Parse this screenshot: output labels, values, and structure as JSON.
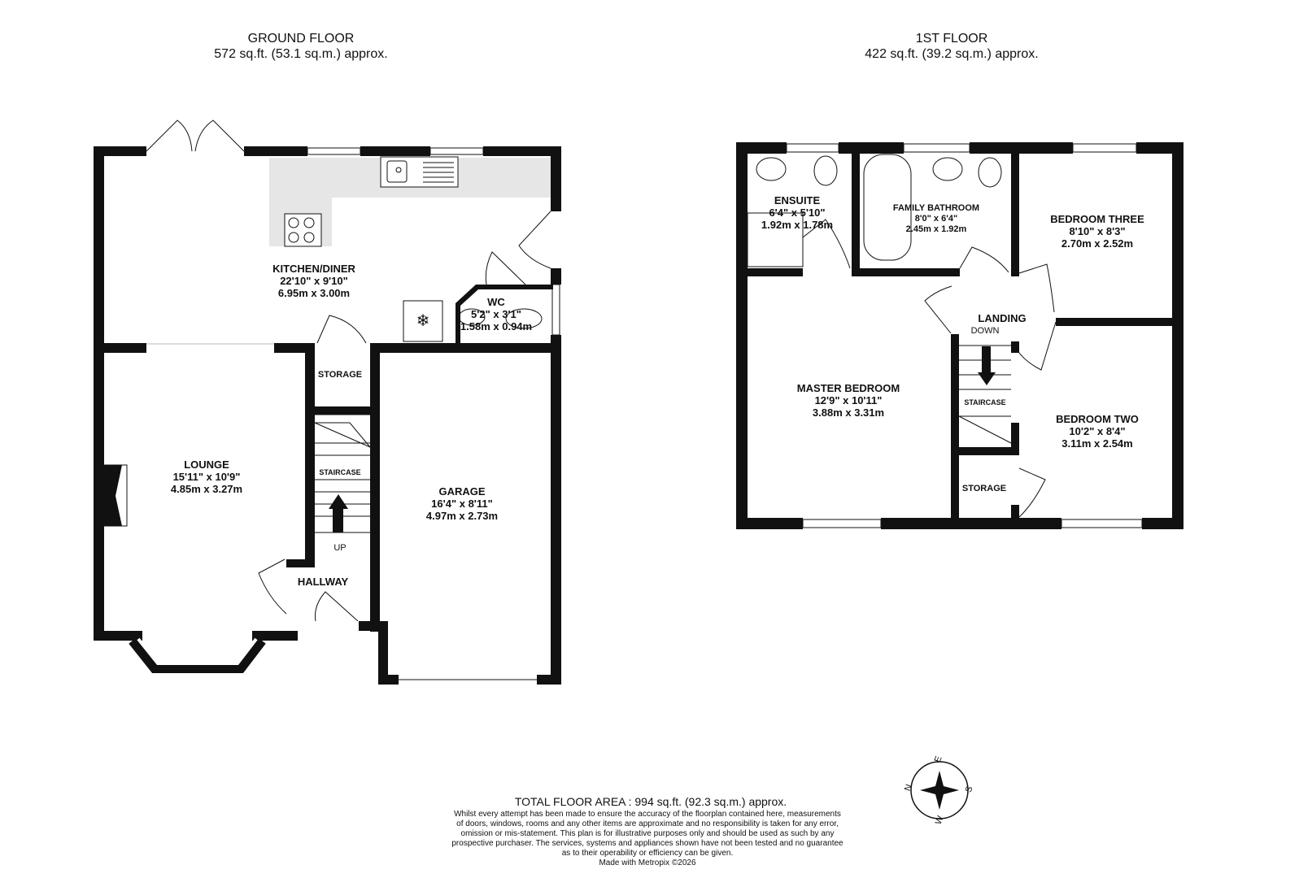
{
  "ground_floor": {
    "title": "GROUND FLOOR",
    "area": "572 sq.ft. (53.1 sq.m.) approx.",
    "rooms": {
      "kitchen": {
        "name": "KITCHEN/DINER",
        "imperial": "22'10\"  x 9'10\"",
        "metric": "6.95m  x 3.00m"
      },
      "wc": {
        "name": "WC",
        "imperial": "5'2\"  x 3'1\"",
        "metric": "1.58m  x 0.94m"
      },
      "storage": {
        "name": "STORAGE"
      },
      "lounge": {
        "name": "LOUNGE",
        "imperial": "15'11\"  x 10'9\"",
        "metric": "4.85m  x 3.27m"
      },
      "staircase": {
        "name": "STAIRCASE"
      },
      "garage": {
        "name": "GARAGE",
        "imperial": "16'4\"  x 8'11\"",
        "metric": "4.97m  x 2.73m"
      },
      "up": {
        "name": "UP"
      },
      "hallway": {
        "name": "HALLWAY"
      }
    }
  },
  "first_floor": {
    "title": "1ST FLOOR",
    "area": "422 sq.ft. (39.2 sq.m.) approx.",
    "rooms": {
      "ensuite": {
        "name": "ENSUITE",
        "imperial": "6'4\"  x 5'10\"",
        "metric": "1.92m  x 1.78m"
      },
      "bathroom": {
        "name": "FAMILY BATHROOM",
        "imperial": "8'0\"  x 6'4\"",
        "metric": "2.45m  x 1.92m"
      },
      "bed3": {
        "name": "BEDROOM THREE",
        "imperial": "8'10\"  x 8'3\"",
        "metric": "2.70m  x 2.52m"
      },
      "landing": {
        "name": "LANDING"
      },
      "down": {
        "name": "DOWN"
      },
      "master": {
        "name": "MASTER BEDROOM",
        "imperial": "12'9\"  x 10'11\"",
        "metric": "3.88m  x 3.31m"
      },
      "staircase": {
        "name": "STAIRCASE"
      },
      "bed2": {
        "name": "BEDROOM TWO",
        "imperial": "10'2\"  x 8'4\"",
        "metric": "3.11m  x 2.54m"
      },
      "storage": {
        "name": "STORAGE"
      }
    }
  },
  "total_area": "TOTAL FLOOR AREA : 994 sq.ft. (92.3 sq.m.) approx.",
  "disclaimer": {
    "line1": "Whilst every attempt has been made to ensure the accuracy of the floorplan contained here, measurements",
    "line2": "of doors, windows, rooms and any other items are approximate and no responsibility is taken for any error,",
    "line3": "omission or mis-statement. This plan is for illustrative purposes only and should be used as such by any",
    "line4": "prospective purchaser. The services, systems and appliances shown have not been tested and no guarantee",
    "line5": "as to their operability or efficiency can be given.",
    "credit": "Made with Metropix ©2026"
  },
  "compass": {
    "n": "N",
    "e": "E",
    "s": "S",
    "w": "W"
  },
  "colors": {
    "wall": "#111111",
    "counter": "#e6e6e6"
  }
}
